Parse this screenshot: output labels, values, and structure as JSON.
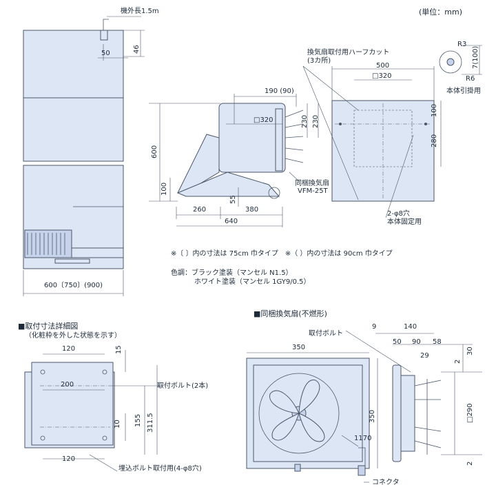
{
  "unit_label": "(単位：mm)",
  "top": {
    "cord_label": "機外長1.5m",
    "dim_50": "50",
    "dim_46": "46",
    "dim_width": "600〔750〕(900)",
    "side": {
      "dim_190_90": "190 (90)",
      "dim_320": "□320",
      "dim_230a": "230",
      "dim_230b": "230",
      "dim_600": "600",
      "dim_100": "100",
      "dim_55": "55",
      "dim_260": "260",
      "dim_380": "380",
      "dim_640": "640",
      "fan_label_1": "同梱換気扇",
      "fan_label_2": "VFM-25T"
    },
    "back": {
      "halfcut_1": "換気扇取付用ハーフカット",
      "halfcut_2": "(3カ所)",
      "dim_500": "500",
      "dim_320": "□320",
      "dim_100": "100",
      "dim_280": "280",
      "holes_1": "2-φ8穴",
      "holes_2": "本体固定用"
    },
    "detail": {
      "r3": "R3",
      "r6": "R6",
      "d100": "7(100)",
      "caption": "本体引掛用"
    },
    "notes": {
      "line1": "※〔 〕内の寸法は 75cm 巾タイプ　※（ ）内の寸法は 90cm 巾タイプ",
      "color_label": "色調：ブラック塗装（マンセル N1.5）",
      "color_line2": "ホワイト塗装（マンセル 1GY9/0.5）"
    }
  },
  "mount": {
    "title": "■取付寸法詳細図",
    "subtitle": "（化粧枠を外した状態を示す）",
    "dim_120_top": "120",
    "dim_15": "15",
    "dim_200": "200",
    "bolt_label": "取付ボルト(2本)",
    "dim_3115": "311.5",
    "dim_155": "155",
    "dim_10": "10",
    "dim_120_bot": "120",
    "embed_label": "埋込ボルト取付用(4-φ8穴)"
  },
  "fan": {
    "title": "■同梱換気扇(不燃形)",
    "bolt_label": "取付ボルト",
    "dim_9": "9",
    "dim_140": "140",
    "dim_50": "50",
    "dim_90": "90",
    "dim_58": "58",
    "dim_29": "29",
    "dim_2a": "2",
    "dim_30": "30",
    "dim_350w": "350",
    "dim_350h": "350",
    "dim_290": "□290",
    "dim_2b": "2",
    "dim_1170": "1170",
    "connector": "コネクタ"
  }
}
